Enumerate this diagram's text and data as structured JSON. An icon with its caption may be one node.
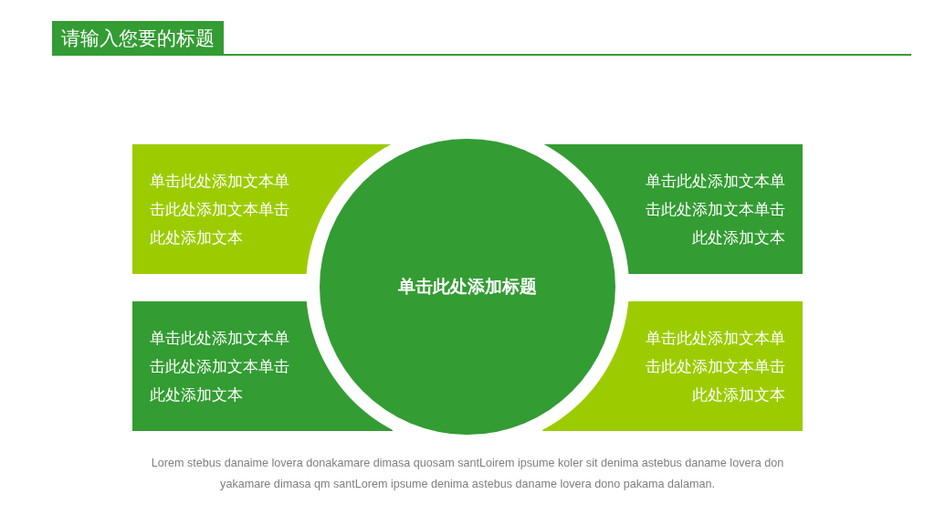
{
  "diagram": {
    "title": "请输入您要的标题",
    "caption": "Lorem stebus danaime lovera donakamare dimasa quosam santLoirem ipsume koler sit denima astebus daname lovera don yakamare dimasa qm santLorem ipsume denima astebus daname lovera dono pakama dalaman.",
    "nodes": [
      {
        "text": [
          "单击此处添加文本单击此处添加文本单击此处添加文本"
        ]
      },
      {
        "text": [
          "单击此处添加标题"
        ]
      },
      {
        "text": [
          "单击此处添加文本单击此处添加文本单击此处添加文本"
        ]
      },
      {
        "text": [
          "单击此处添加文本单击此处添加文本单击此处添加文本"
        ]
      },
      {
        "text": [
          "单击此处添加文本单击此处添加文本单击此处添加文本"
        ]
      }
    ]
  }
}
